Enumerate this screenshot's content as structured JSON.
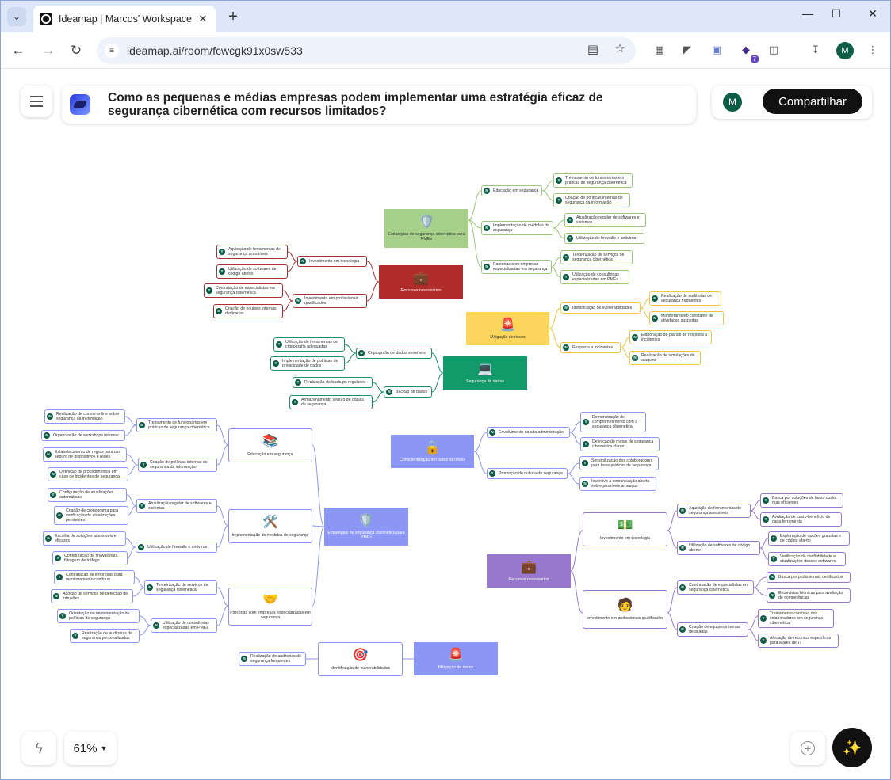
{
  "browser": {
    "tab_title": "Ideamap | Marcos' Workspace",
    "url": "ideamap.ai/room/fcwcgk91x0sw533",
    "ext_badge": "7",
    "profile_initial": "M"
  },
  "app": {
    "question": "Como as pequenas e médias empresas podem implementar uma estratégia eficaz de segurança cibernética com recursos limitados?",
    "avatar_initial": "M",
    "share_label": "Compartilhar",
    "zoom_level": "61%"
  },
  "colors": {
    "green_card": "#a7d18a",
    "red_card": "#b22b2b",
    "yellow_card": "#fcd65c",
    "teal_card": "#139a6b",
    "blue_card": "#8c96f5",
    "purple_card": "#9878cc"
  },
  "map": {
    "green": {
      "title": "Estratégias de segurança cibernética para PMEs",
      "n1": "Educação em segurança",
      "n1a": "Treinamento de funcionários em práticas de segurança cibernética",
      "n1b": "Criação de políticas internas de segurança da informação",
      "n2": "Implementação de medidas de segurança",
      "n2a": "Atualização regular de softwares e sistemas",
      "n2b": "Utilização de firewalls e antivírus",
      "n3": "Parcerias com empresas especializadas em segurança",
      "n3a": "Terceirização de serviços de segurança cibernética",
      "n3b": "Utilização de consultorias especializadas em PMEs"
    },
    "red": {
      "title": "Recursos necessários",
      "n1": "Investimento em tecnologia",
      "n1a": "Aquisição de ferramentas de segurança acessíveis",
      "n1b": "Utilização de softwares de código aberto",
      "n2": "Investimento em profissionais qualificados",
      "n2a": "Contratação de especialistas em segurança cibernética",
      "n2b": "Criação de equipes internas dedicadas"
    },
    "yellow": {
      "title": "Mitigação de riscos",
      "n1": "Identificação de vulnerabilidades",
      "n1a": "Realização de auditorias de segurança frequentes",
      "n1b": "Monitoramento constante de atividades suspeitas",
      "n2": "Resposta a incidentes",
      "n2a": "Elaboração de planos de resposta a incidentes",
      "n2b": "Realização de simulações de ataques"
    },
    "teal": {
      "title": "Segurança de dados",
      "n1": "Criptografia de dados sensíveis",
      "n1a": "Utilização de ferramentas de criptografia adequadas",
      "n1b": "Implementação de políticas de privacidade de dados",
      "n2": "Backup de dados",
      "n2a": "Realização de backups regulares",
      "n2b": "Armazenamento seguro de cópias de segurança"
    },
    "blue_small": {
      "title": "Conscientização em todos os níveis",
      "n1": "Envolvimento da alta administração",
      "n1a": "Demonstração de comprometimento com a segurança cibernética",
      "n1b": "Definição de metas de segurança cibernética claras",
      "n2": "Promoção de cultura de segurança",
      "n2a": "Sensibilização dos colaboradores para boas práticas de segurança",
      "n2b": "Incentivo à comunicação aberta sobre possíveis ameaças"
    },
    "blue_main": {
      "title": "Estratégias de segurança cibernética para PMEs",
      "m1": "Educação em segurança",
      "m1_a": "Treinamento de funcionários em práticas de segurança cibernética",
      "m1_a1": "Realização de cursos online sobre segurança da informação",
      "m1_a2": "Organização de workshops internos",
      "m1_b": "Criação de políticas internas de segurança da informação",
      "m1_b1": "Estabelecimento de regras para uso seguro de dispositivos e redes",
      "m1_b2": "Definição de procedimentos em caso de incidentes de segurança",
      "m2": "Implementação de medidas de segurança",
      "m2_a": "Atualização regular de softwares e sistemas",
      "m2_a1": "Configuração de atualizações automáticas",
      "m2_a2": "Criação de cronograma para verificação de atualizações pendentes",
      "m2_b": "Utilização de firewalls e antivírus",
      "m2_b1": "Escolha de soluções acessíveis e eficazes",
      "m2_b2": "Configuração de firewall para filtragem de tráfego",
      "m3": "Parcerias com empresas especializadas em segurança",
      "m3_a": "Terceirização de serviços de segurança cibernética",
      "m3_a1": "Contratação de empresas para monitoramento contínuo",
      "m3_a2": "Adoção de serviços de detecção de intrusões",
      "m3_b": "Utilização de consultorias especializadas em PMEs",
      "m3_b1": "Orientação na implementação de políticas de segurança",
      "m3_b2": "Realização de auditorias de segurança personalizadas"
    },
    "purple": {
      "title": "Recursos necessários",
      "m1": "Investimento em tecnologia",
      "m1_a": "Aquisição de ferramentas de segurança acessíveis",
      "m1_a1": "Busca por soluções de baixo custo, mas eficientes",
      "m1_a2": "Avaliação de custo-benefício de cada ferramenta",
      "m1_b": "Utilização de softwares de código aberto",
      "m1_b1": "Exploração de opções gratuitas e de código aberto",
      "m1_b2": "Verificação da confiabilidade e atualizações desses softwares",
      "m2": "Investimento em profissionais qualificados",
      "m2_a": "Contratação de especialistas em segurança cibernética",
      "m2_a1": "Busca por profissionais certificados",
      "m2_a2": "Entrevistas técnicas para avaliação de competências",
      "m2_b": "Criação de equipes internas dedicadas",
      "m2_b1": "Treinamento contínuo dos colaboradores em segurança cibernética",
      "m2_b2": "Alocação de recursos específicos para a área de TI"
    },
    "blue_bottom": {
      "title": "Mitigação de riscos",
      "m1": "Identificação de vulnerabilidades",
      "m1_a": "Realização de auditorias de segurança frequentes"
    }
  }
}
